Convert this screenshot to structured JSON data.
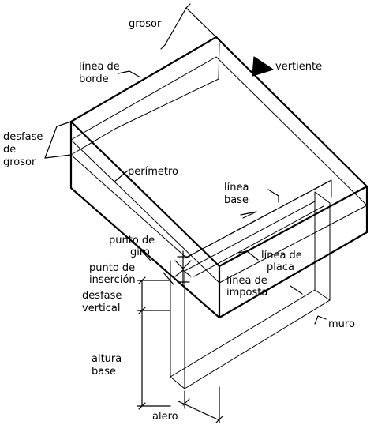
{
  "labels": {
    "grosor": "grosor",
    "linea_de_borde_1": "línea de",
    "linea_de_borde_2": "borde",
    "vertiente": "vertiente",
    "desfase_grosor_1": "desfase",
    "desfase_grosor_2": "de",
    "desfase_grosor_3": "grosor",
    "perimetro": "perímetro",
    "linea_base_1": "línea",
    "linea_base_2": "base",
    "punto_de_giro_1": "punto de",
    "punto_de_giro_2": "giro",
    "punto_de_insercion_1": "punto de",
    "punto_de_insercion_2": "inserción",
    "linea_de_placa_1": "línea de",
    "linea_de_placa_2": "placa",
    "linea_de_imposta_1": "línea de",
    "linea_de_imposta_2": "imposta",
    "desfase_vertical_1": "desfase",
    "desfase_vertical_2": "vertical",
    "muro": "muro",
    "altura_base_1": "altura",
    "altura_base_2": "base",
    "alero": "alero"
  }
}
